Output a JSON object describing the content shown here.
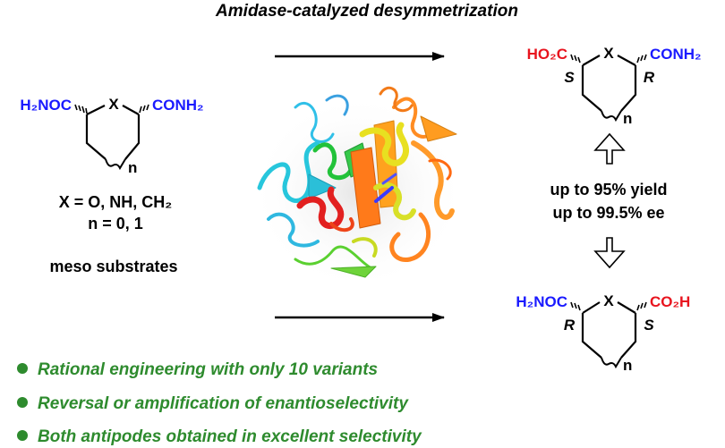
{
  "title": "Amidase-catalyzed desymmetrization",
  "substrate": {
    "left_group": "H₂NOC",
    "right_group": "CONH₂",
    "ring_atom": "X",
    "ring_size": "n",
    "x_definition": "X = O, NH, CH₂",
    "n_definition": "n =  0, 1",
    "caption": "meso substrates"
  },
  "product_top": {
    "left_group": "HO₂C",
    "right_group": "CONH₂",
    "ring_atom": "X",
    "ring_size": "n",
    "left_stereo": "S",
    "right_stereo": "R"
  },
  "product_bottom": {
    "left_group": "H₂NOC",
    "right_group": "CO₂H",
    "ring_atom": "X",
    "ring_size": "n",
    "left_stereo": "R",
    "right_stereo": "S"
  },
  "results": {
    "yield": "up to 95% yield",
    "ee": "up to 99.5% ee"
  },
  "bullets": [
    "Rational engineering with only 10 variants",
    "Reversal or amplification of enantioselectivity",
    "Both antipodes obtained in excellent selectivity"
  ],
  "colors": {
    "blue": "#1a1aff",
    "red": "#e8141e",
    "green": "#2e8b2e",
    "black": "#000000"
  }
}
